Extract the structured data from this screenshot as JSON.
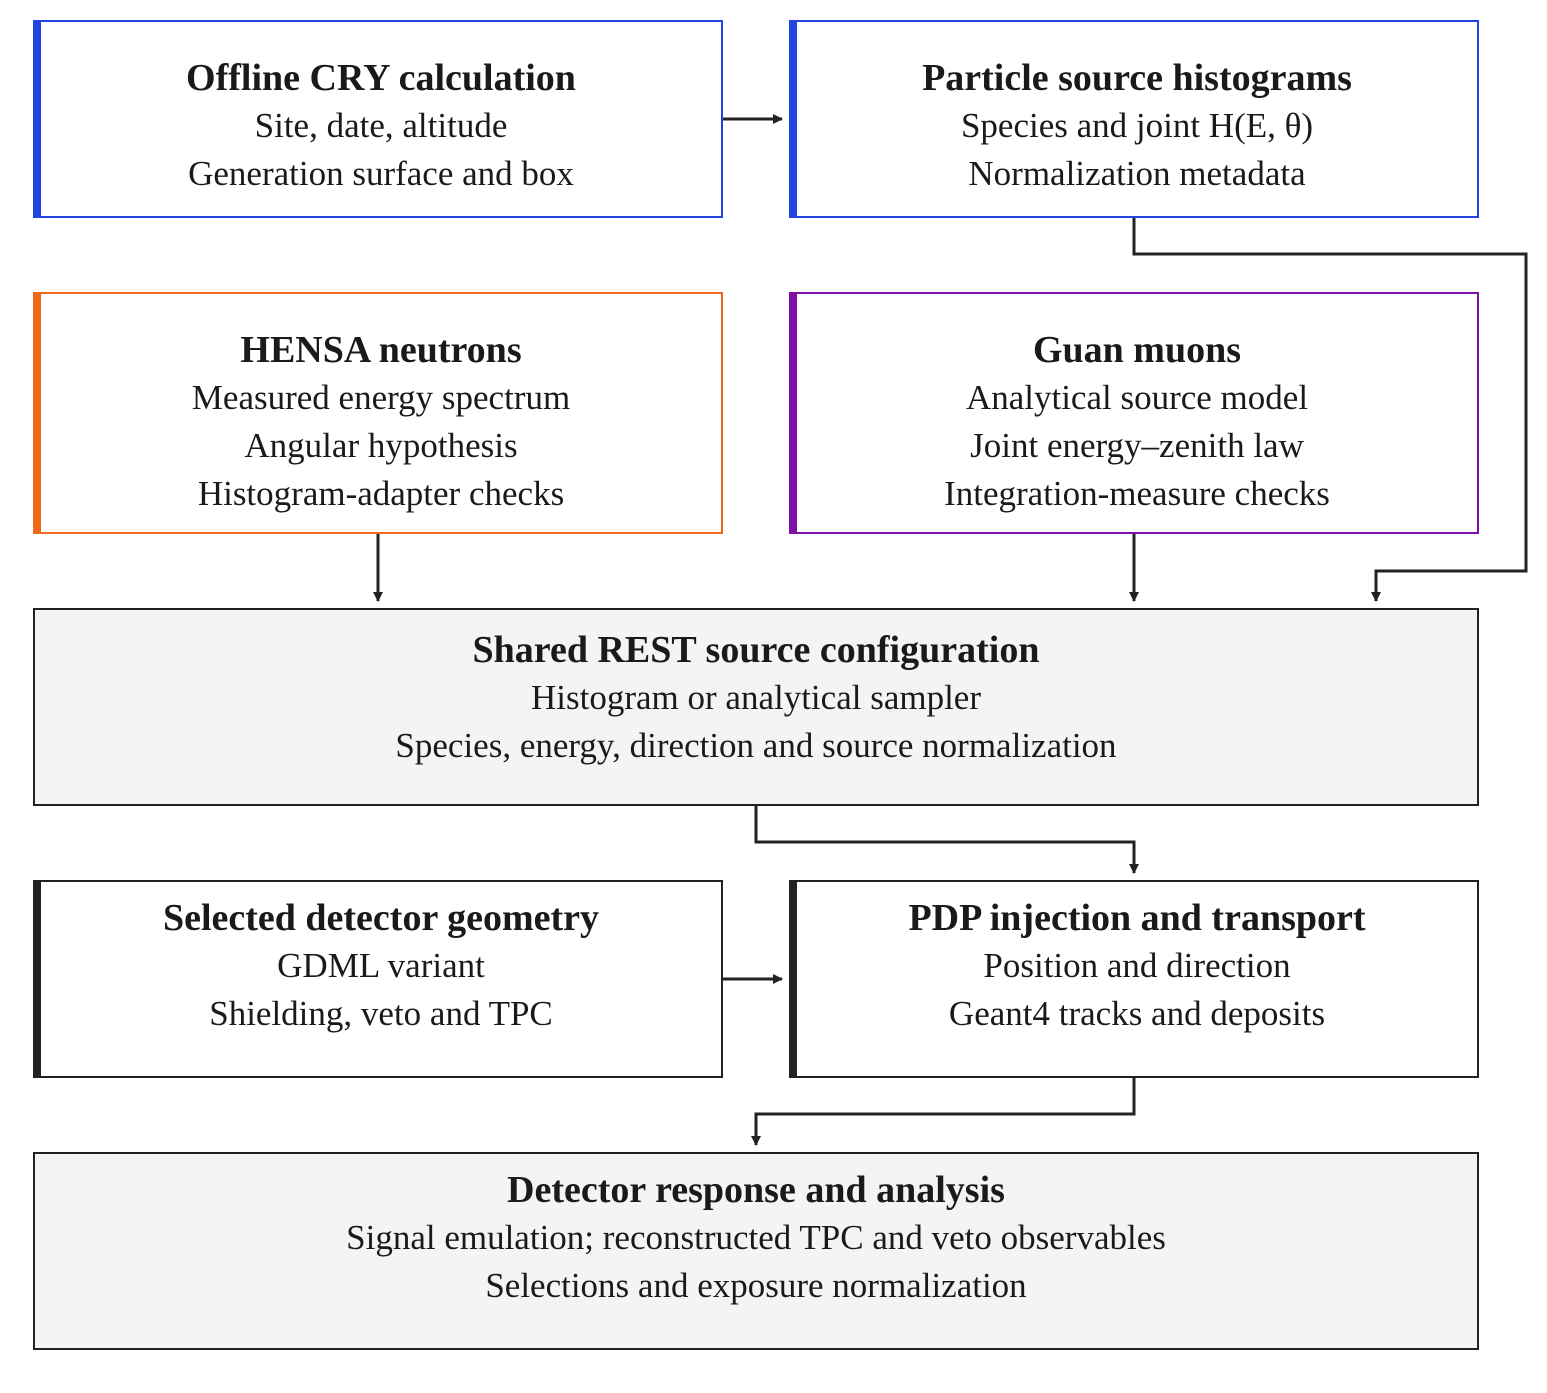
{
  "boxes": {
    "cry": {
      "title": "Offline CRY calculation",
      "lines": [
        "Site, date, altitude",
        "Generation surface and box"
      ],
      "color": "#2244e0"
    },
    "hist": {
      "title": "Particle source histograms",
      "lines": [
        "Species and joint H(E, θ)",
        "Normalization metadata"
      ],
      "color": "#2244e0"
    },
    "hensa": {
      "title": "HENSA neutrons",
      "lines": [
        "Measured energy spectrum",
        "Angular hypothesis",
        "Histogram-adapter checks"
      ],
      "color": "#ee6a1a"
    },
    "guan": {
      "title": "Guan muons",
      "lines": [
        "Analytical source model",
        "Joint energy–zenith law",
        "Integration-measure checks"
      ],
      "color": "#7d10a6"
    },
    "rest": {
      "title": "Shared REST source configuration",
      "lines": [
        "Histogram or analytical sampler",
        "Species, energy, direction and source normalization"
      ],
      "color": "#222222"
    },
    "geom": {
      "title": "Selected detector geometry",
      "lines": [
        "GDML variant",
        "Shielding, veto and TPC"
      ],
      "color": "#222222"
    },
    "pdp": {
      "title": "PDP injection and transport",
      "lines": [
        "Position and direction",
        "Geant4 tracks and deposits"
      ],
      "color": "#222222"
    },
    "det": {
      "title": "Detector response and analysis",
      "lines": [
        "Signal emulation; reconstructed TPC and veto observables",
        "Selections and exposure normalization"
      ],
      "color": "#222222"
    }
  },
  "edges": [
    {
      "from": "cry",
      "to": "hist"
    },
    {
      "from": "hist",
      "to": "rest"
    },
    {
      "from": "hensa",
      "to": "rest"
    },
    {
      "from": "guan",
      "to": "rest"
    },
    {
      "from": "rest",
      "to": "pdp"
    },
    {
      "from": "geom",
      "to": "pdp"
    },
    {
      "from": "pdp",
      "to": "det"
    }
  ]
}
